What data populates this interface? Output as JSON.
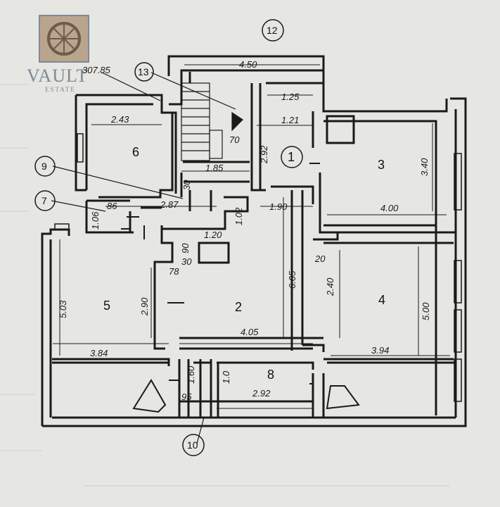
{
  "logo": {
    "brand": "VAULT",
    "tagline": "ESTATE"
  },
  "rooms": {
    "r1": "1",
    "r2": "2",
    "r3": "3",
    "r4": "4",
    "r5": "5",
    "r6": "6"
  },
  "callouts": {
    "c7": "7",
    "c8": "8",
    "c9": "9",
    "c10": "10",
    "c12": "12",
    "c13": "13"
  },
  "dimensions": {
    "top_4_50": "4.50",
    "d_307_85": "307.85",
    "d_2_43": "2.43",
    "d_1_25": "1.25",
    "d_1_21": "1.21",
    "d_70": "70",
    "d_2_92_v": "2.92",
    "d_1_85": "1.85",
    "d_2_40_r3": "3.40",
    "d_4_00": "4.00",
    "d_1_90": "1.90",
    "d_2_87": "2.87",
    "d_30a": "30",
    "d_86": "86",
    "d_1_06": "1.06",
    "d_1_02": "1.02",
    "d_1_20": "1.20",
    "d_90": "90",
    "d_30b": "30",
    "d_78": "78",
    "d_2_40_mid": "2.40",
    "d_20": "20",
    "d_6_05": "6.05",
    "d_5_03": "5.03",
    "d_2_90": "2.90",
    "d_5_00": "5.00",
    "d_4_05": "4.05",
    "d_3_84": "3.84",
    "d_3_94": "3.94",
    "d_1_60": "1.60",
    "d_1_0": "1.0",
    "d_95": "95",
    "d_2_92_h": "2.92"
  },
  "colors": {
    "paper": "#e6e6e2",
    "ink": "#1a1a1a",
    "logo": "#7d8a95"
  }
}
